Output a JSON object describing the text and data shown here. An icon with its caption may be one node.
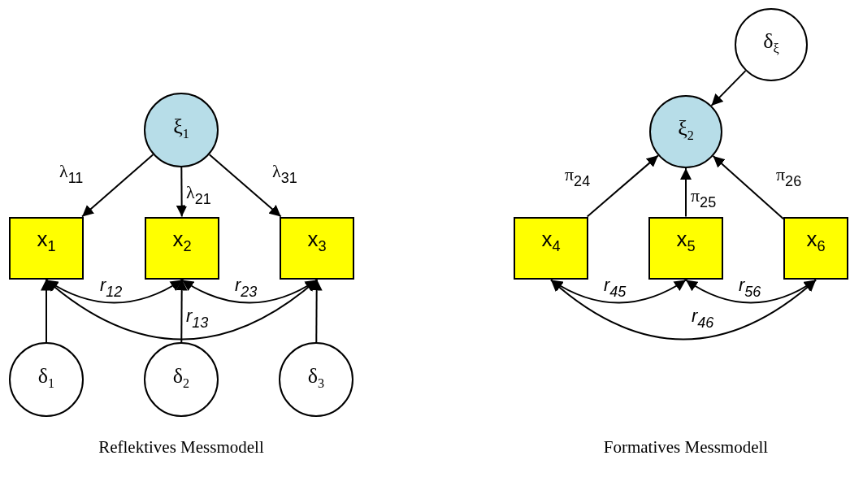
{
  "diagram": {
    "nodes": [
      {
        "text": [
          "ξ$_{1}$"
        ]
      },
      {
        "text": [
          "x$_{1}$"
        ]
      },
      {
        "text": [
          "x$_{2}$"
        ]
      },
      {
        "text": [
          "x$_{3}$"
        ]
      },
      {
        "text": [
          "δ$_{1}$"
        ]
      },
      {
        "text": [
          "δ$_{2}$"
        ]
      },
      {
        "text": [
          "δ$_{3}$"
        ]
      },
      {
        "text": [
          "δ$_{ξ}$"
        ]
      },
      {
        "text": [
          "ξ$_{2}$"
        ]
      },
      {
        "text": [
          "x$_{4}$"
        ]
      },
      {
        "text": [
          "x$_{5}$"
        ]
      },
      {
        "text": [
          "x$_{6}$"
        ]
      }
    ],
    "edges": [
      {
        "from": 0,
        "to": 1,
        "arrow": "to",
        "label": "λ$_{11}$"
      },
      {
        "from": 0,
        "to": 2,
        "arrow": "to",
        "label": "λ$_{21}$"
      },
      {
        "from": 0,
        "to": 3,
        "arrow": "to",
        "label": "λ$_{31}$"
      },
      {
        "from": 1,
        "to": 2,
        "arrow": "both",
        "label": "r$_{12}$"
      },
      {
        "from": 2,
        "to": 3,
        "arrow": "both",
        "label": "r$_{23}$"
      },
      {
        "from": 1,
        "to": 3,
        "arrow": "both",
        "label": "r$_{13}$"
      },
      {
        "from": 4,
        "to": 1,
        "arrow": "to"
      },
      {
        "from": 5,
        "to": 2,
        "arrow": "to"
      },
      {
        "from": 6,
        "to": 3,
        "arrow": "to"
      },
      {
        "from": 7,
        "to": 8,
        "arrow": "to"
      },
      {
        "from": 9,
        "to": 8,
        "arrow": "to",
        "label": "π$_{24}$"
      },
      {
        "from": 10,
        "to": 8,
        "arrow": "to",
        "label": "π$_{25}$"
      },
      {
        "from": 11,
        "to": 8,
        "arrow": "to",
        "label": "π$_{26}$"
      },
      {
        "from": 9,
        "to": 10,
        "arrow": "both",
        "label": "r$_{45}$"
      },
      {
        "from": 10,
        "to": 11,
        "arrow": "both",
        "label": "r$_{56}$"
      },
      {
        "from": 9,
        "to": 11,
        "arrow": "both",
        "label": "r$_{46}$"
      }
    ],
    "labels": [
      "Reflektives Messmodell",
      "Formatives Messmodell"
    ]
  }
}
